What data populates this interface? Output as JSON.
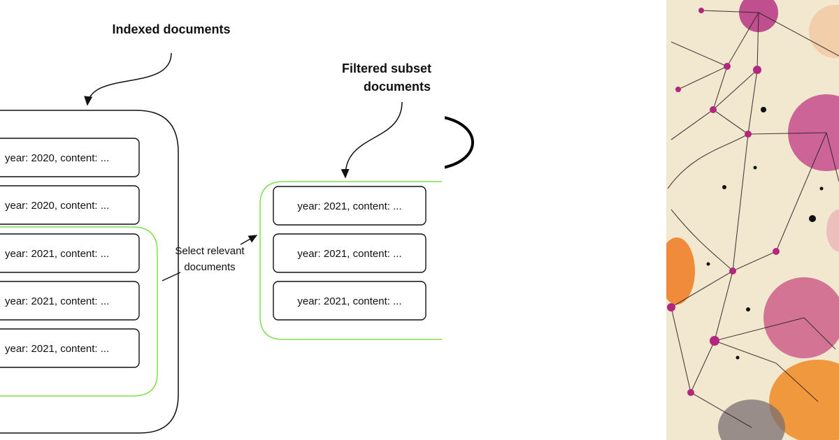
{
  "labels": {
    "indexed_title": "Indexed documents",
    "filtered_title_line1": "Filtered subset",
    "filtered_title_line2": "documents",
    "select_line1": "Select relevant",
    "select_line2": "documents"
  },
  "indexed_docs": [
    {
      "text": "year: 2020, content: ..."
    },
    {
      "text": "year: 2020, content: ..."
    },
    {
      "text": "year: 2021, content: ..."
    },
    {
      "text": "year: 2021, content: ..."
    },
    {
      "text": "year: 2021, content: ..."
    }
  ],
  "filtered_docs": [
    {
      "text": "year: 2021, content: ..."
    },
    {
      "text": "year: 2021, content: ..."
    },
    {
      "text": "year: 2021, content: ..."
    }
  ],
  "colors": {
    "highlight_green": "#7ee04a",
    "stroke": "#111111",
    "art_background": "#f1e8cf",
    "magenta": "#b3287e",
    "pink": "#cc5a86",
    "orange": "#f08a24",
    "gray": "#7a6f70"
  }
}
